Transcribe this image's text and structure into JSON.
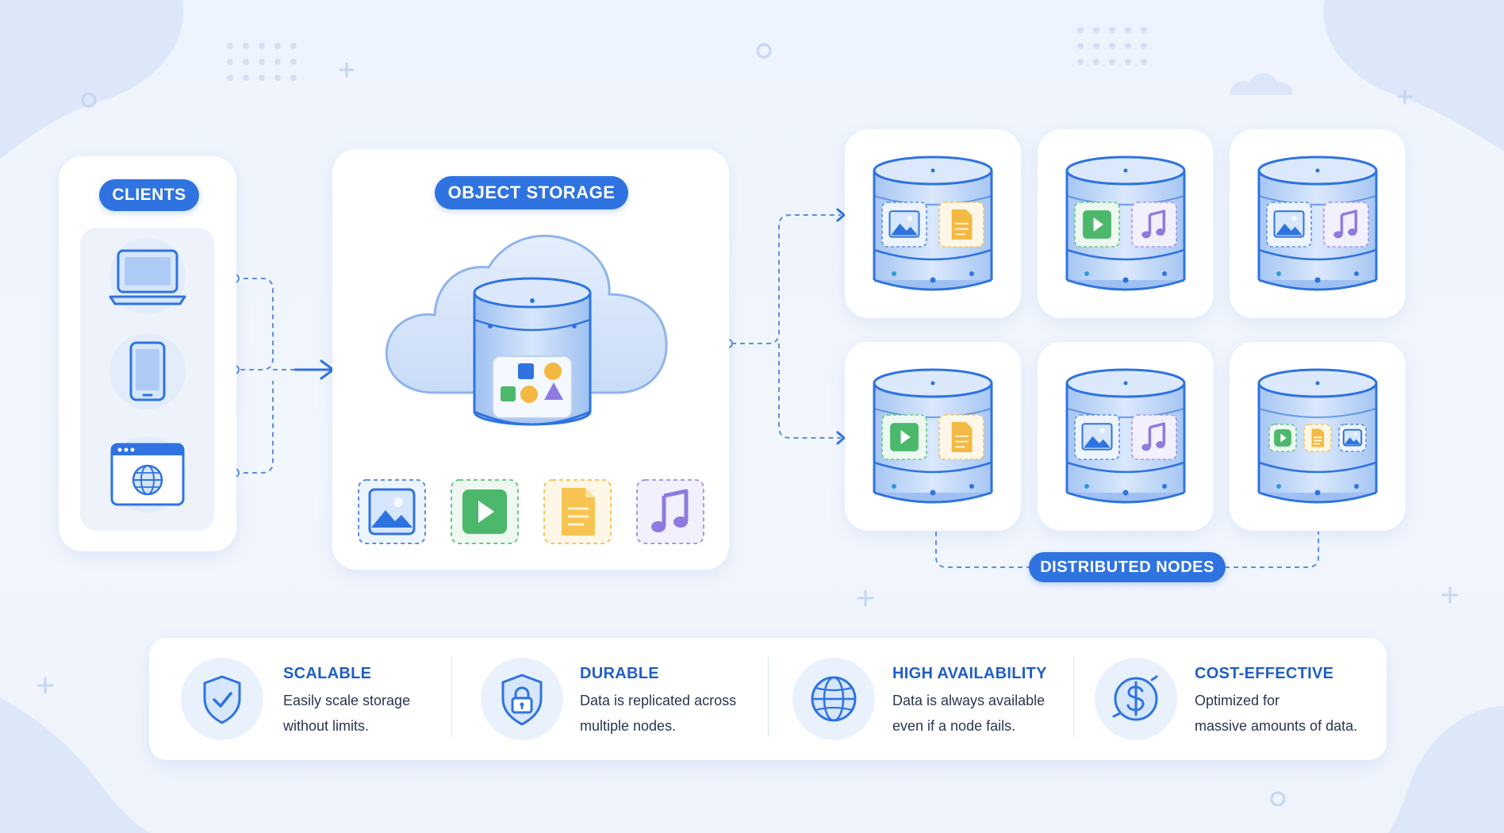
{
  "labels": {
    "clients": "CLIENTS",
    "object_storage": "OBJECT STORAGE",
    "distributed_nodes": "DISTRIBUTED NODES"
  },
  "clients": [
    {
      "icon": "laptop-icon"
    },
    {
      "icon": "smartphone-icon"
    },
    {
      "icon": "web-browser-globe-icon"
    }
  ],
  "object_types": [
    {
      "icon": "image-icon",
      "color": "#2f73e0"
    },
    {
      "icon": "video-play-icon",
      "color": "#4cb86b"
    },
    {
      "icon": "document-icon",
      "color": "#f4b942"
    },
    {
      "icon": "music-note-icon",
      "color": "#8e7be0"
    }
  ],
  "nodes": [
    {
      "contents": [
        "image-icon",
        "document-icon"
      ]
    },
    {
      "contents": [
        "video-play-icon",
        "music-note-icon"
      ]
    },
    {
      "contents": [
        "image-icon",
        "music-note-icon"
      ]
    },
    {
      "contents": [
        "video-play-icon",
        "document-icon"
      ]
    },
    {
      "contents": [
        "image-icon",
        "music-note-icon"
      ]
    },
    {
      "contents": [
        "video-play-icon",
        "document-icon",
        "image-icon"
      ]
    }
  ],
  "features": [
    {
      "title": "SCALABLE",
      "desc_line1": "Easily scale storage",
      "desc_line2": "without limits.",
      "icon": "shield-check-icon"
    },
    {
      "title": "DURABLE",
      "desc_line1": "Data is replicated across",
      "desc_line2": "multiple nodes.",
      "icon": "shield-lock-icon"
    },
    {
      "title": "HIGH AVAILABILITY",
      "desc_line1": "Data is always available",
      "desc_line2": "even if a node fails.",
      "icon": "globe-icon"
    },
    {
      "title": "COST-EFFECTIVE",
      "desc_line1": "Optimized for",
      "desc_line2": "massive amounts of data.",
      "icon": "dollar-coin-icon"
    }
  ],
  "colors": {
    "accent": "#2f73e0",
    "background": "#eef4fd",
    "cylinder": "#8db5ef",
    "image": "#2f73e0",
    "video": "#4cb86b",
    "document": "#f4b942",
    "audio": "#8e7be0"
  }
}
